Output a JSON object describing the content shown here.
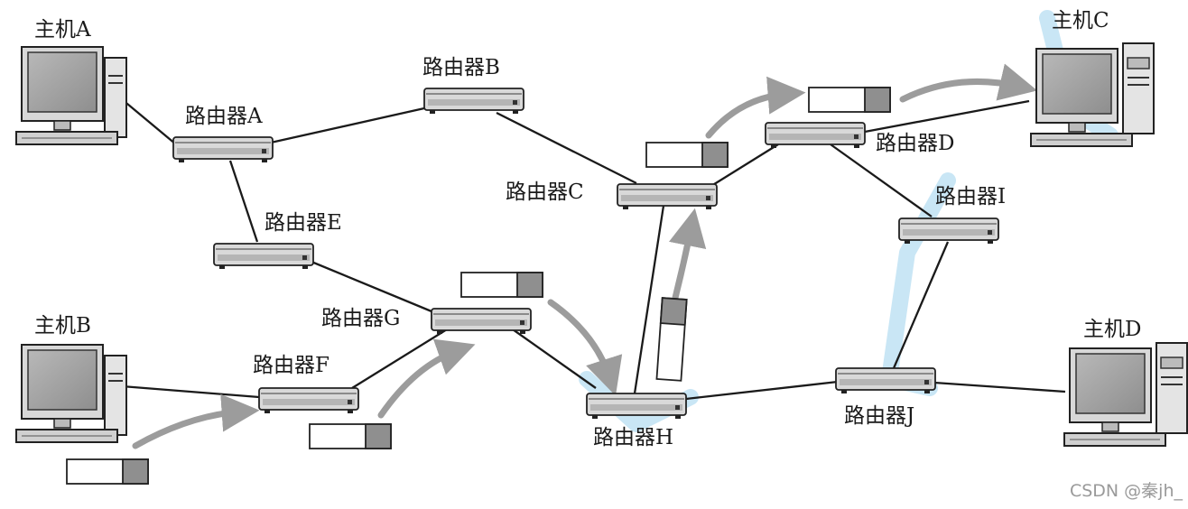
{
  "hosts": {
    "a": "主机A",
    "b": "主机B",
    "c": "主机C",
    "d": "主机D"
  },
  "routers": {
    "a": "路由器A",
    "b": "路由器B",
    "c": "路由器C",
    "d": "路由器D",
    "e": "路由器E",
    "f": "路由器F",
    "g": "路由器G",
    "h": "路由器H",
    "i": "路由器I",
    "j": "路由器J"
  },
  "watermark": "CSDN @秦jh_"
}
